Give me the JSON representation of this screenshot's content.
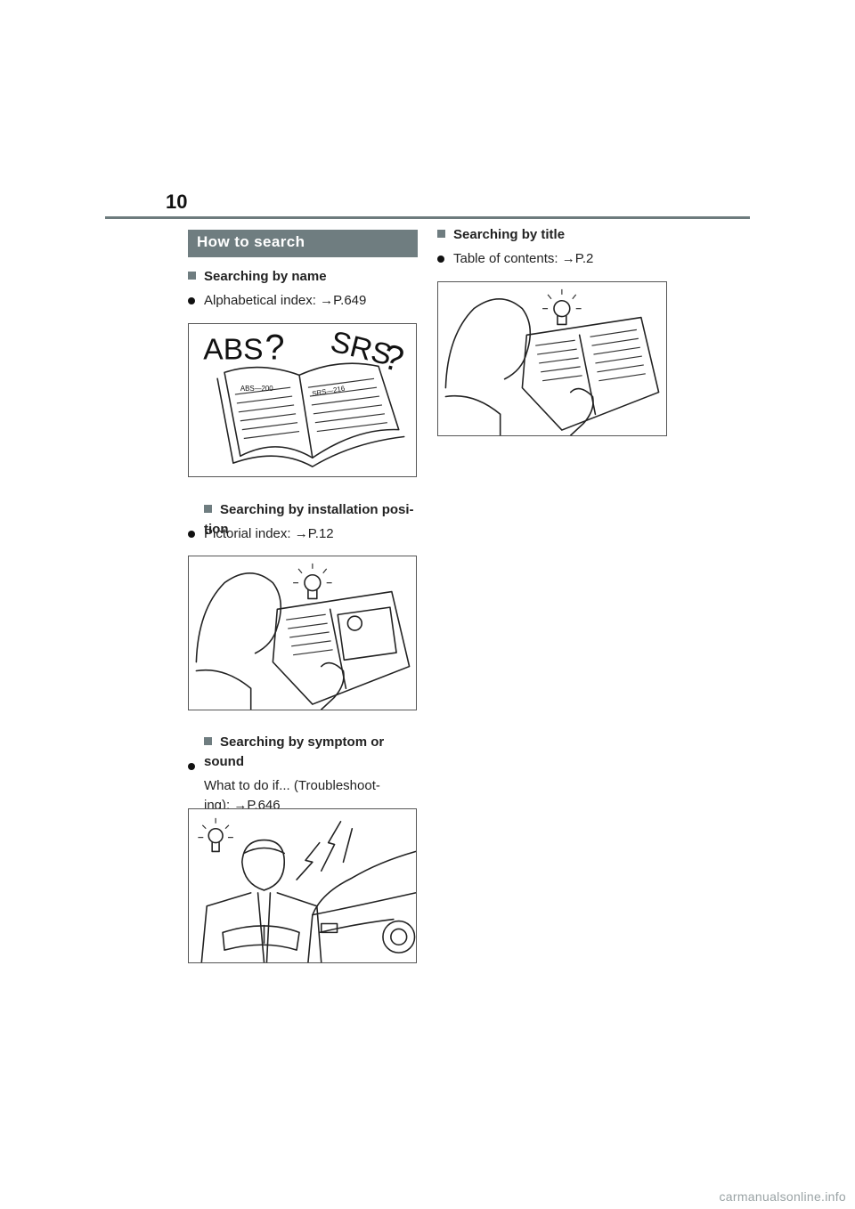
{
  "page": {
    "number": "10"
  },
  "section": {
    "title": "How to search"
  },
  "left": {
    "blocks": [
      {
        "heading": "Searching by name",
        "bullet": "Alphabetical index: →P.649"
      },
      {
        "heading": "Searching by installation posi-\ntion",
        "bullet": "Pictorial index: →P.12"
      },
      {
        "heading": "Searching by symptom or\nsound",
        "bullet": "What to do if... (Troubleshoot-\ning): →P.646"
      }
    ]
  },
  "right": {
    "blocks": [
      {
        "heading": "Searching by title",
        "bullet": "Table of contents: →P.2"
      }
    ]
  },
  "illustrations": {
    "name_book": {
      "big1": "ABS",
      "big2": "SRS",
      "small1": "ABS—200",
      "small2": "SRS—216",
      "icon": "open-book-icon"
    },
    "position": {
      "icon": "reader-lightbulb-icon"
    },
    "symptom": {
      "icon": "man-car-lightning-icon"
    },
    "title": {
      "icon": "reader-lightbulb-icon"
    }
  },
  "footer": {
    "watermark": "carmanualsonline.info"
  },
  "colors": {
    "accent": "#6f7d80",
    "text": "#222222"
  }
}
